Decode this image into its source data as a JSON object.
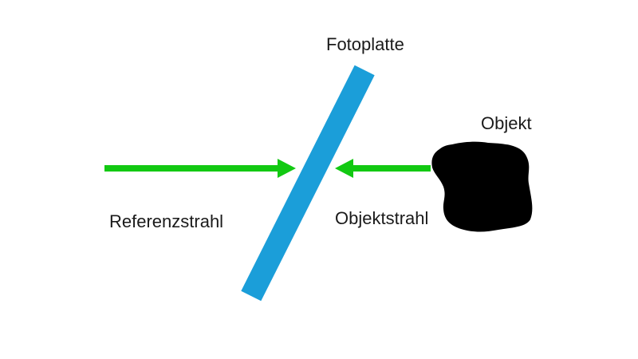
{
  "diagram": {
    "description": "Holography setup diagram",
    "labels": {
      "fotoplatte": "Fotoplatte",
      "objekt": "Objekt",
      "referenzstrahl": "Referenzstrahl",
      "objektstrahl": "Objektstrahl"
    },
    "colors": {
      "background": "#ffffff",
      "plate_blue": "#1b9ed9",
      "beam_green": "#12c912",
      "object_black": "#000000",
      "text": "#1a1a1a"
    }
  }
}
